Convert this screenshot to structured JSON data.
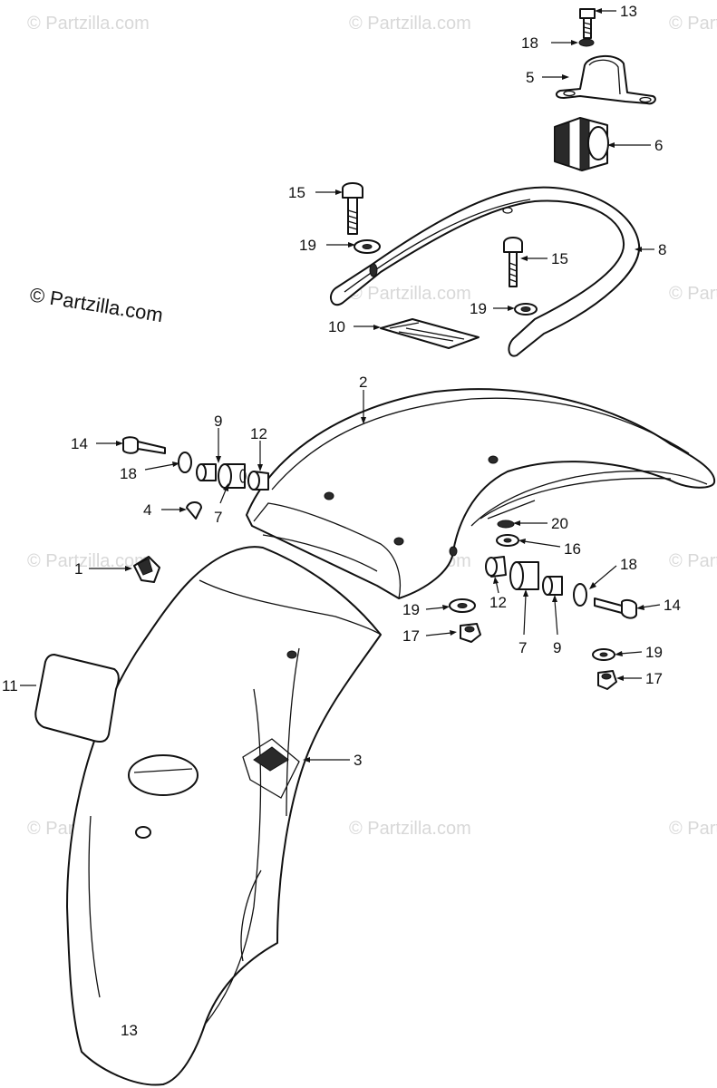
{
  "watermark": "© Partzilla.com",
  "callouts": {
    "c1": "1",
    "c2": "2",
    "c3": "3",
    "c4": "4",
    "c5": "5",
    "c6": "6",
    "c7a": "7",
    "c7b": "7",
    "c8": "8",
    "c9a": "9",
    "c9b": "9",
    "c10": "10",
    "c11": "11",
    "c12a": "12",
    "c12b": "12",
    "c13a": "13",
    "c13b": "13",
    "c14a": "14",
    "c14b": "14",
    "c15a": "15",
    "c15b": "15",
    "c16": "16",
    "c17a": "17",
    "c17b": "17",
    "c18a": "18",
    "c18b": "18",
    "c18c": "18",
    "c19a": "19",
    "c19b": "19",
    "c19c": "19",
    "c19d": "19",
    "c20": "20"
  }
}
